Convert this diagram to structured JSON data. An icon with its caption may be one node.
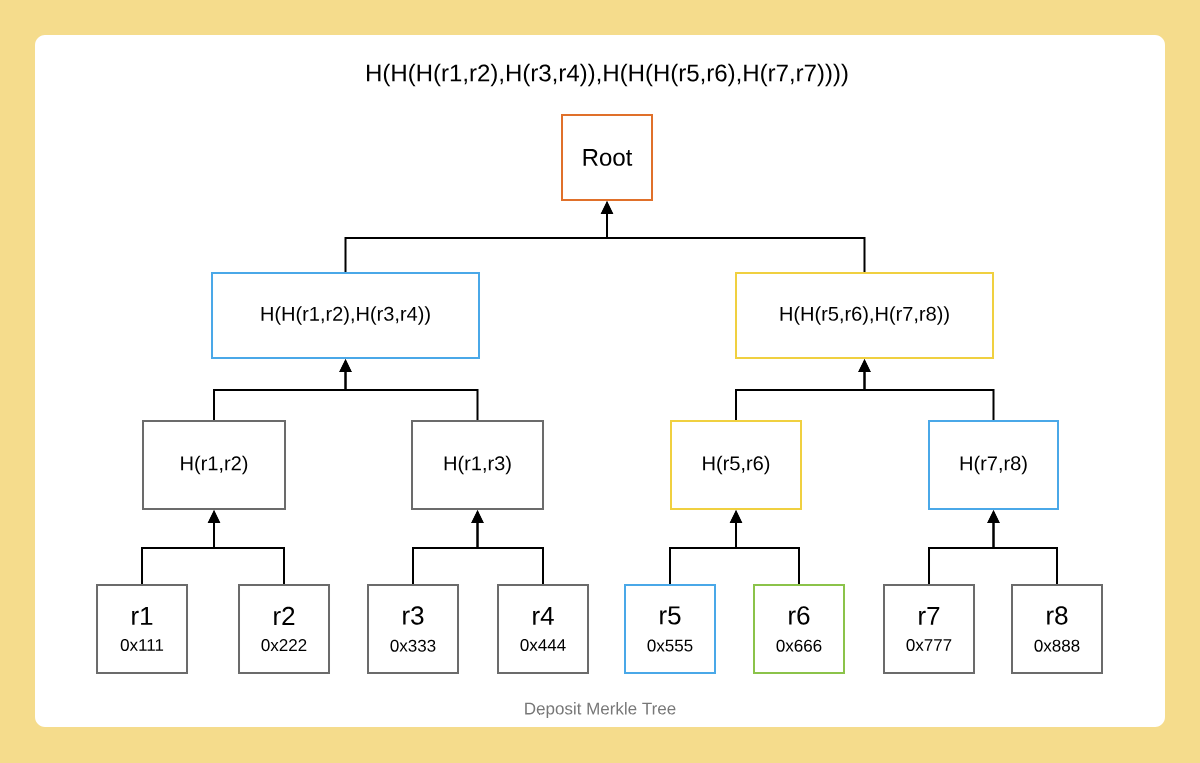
{
  "diagram": {
    "title": "H(H(H(r1,r2),H(r3,r4)),H(H(H(r5,r6),H(r7,r7))))",
    "caption": "Deposit Merkle Tree",
    "nodes": [
      {
        "text": [
          "Root"
        ]
      },
      {
        "text": [
          "H(H(r1,r2),H(r3,r4))"
        ]
      },
      {
        "text": [
          "H(H(r5,r6),H(r7,r8))"
        ]
      },
      {
        "text": [
          "H(r1,r2)"
        ]
      },
      {
        "text": [
          "H(r1,r3)"
        ]
      },
      {
        "text": [
          "H(r5,r6)"
        ]
      },
      {
        "text": [
          "H(r7,r8)"
        ]
      },
      {
        "text": [
          "r1",
          "0x111"
        ]
      },
      {
        "text": [
          "r2",
          "0x222"
        ]
      },
      {
        "text": [
          "r3",
          "0x333"
        ]
      },
      {
        "text": [
          "r4",
          "0x444"
        ]
      },
      {
        "text": [
          "r5",
          "0x555"
        ]
      },
      {
        "text": [
          "r6",
          "0x666"
        ]
      },
      {
        "text": [
          "r7",
          "0x777"
        ]
      },
      {
        "text": [
          "r8",
          "0x888"
        ]
      }
    ],
    "edges": [
      {
        "from": 1,
        "to": 0,
        "arrow": "to"
      },
      {
        "from": 2,
        "to": 0,
        "arrow": "to"
      },
      {
        "from": 3,
        "to": 1,
        "arrow": "to"
      },
      {
        "from": 4,
        "to": 1,
        "arrow": "to"
      },
      {
        "from": 5,
        "to": 2,
        "arrow": "to"
      },
      {
        "from": 6,
        "to": 2,
        "arrow": "to"
      },
      {
        "from": 7,
        "to": 3,
        "arrow": "to"
      },
      {
        "from": 8,
        "to": 3,
        "arrow": "to"
      },
      {
        "from": 9,
        "to": 4,
        "arrow": "to"
      },
      {
        "from": 10,
        "to": 4,
        "arrow": "to"
      },
      {
        "from": 11,
        "to": 5,
        "arrow": "to"
      },
      {
        "from": 12,
        "to": 5,
        "arrow": "to"
      },
      {
        "from": 13,
        "to": 6,
        "arrow": "to"
      },
      {
        "from": 14,
        "to": 6,
        "arrow": "to"
      }
    ]
  }
}
